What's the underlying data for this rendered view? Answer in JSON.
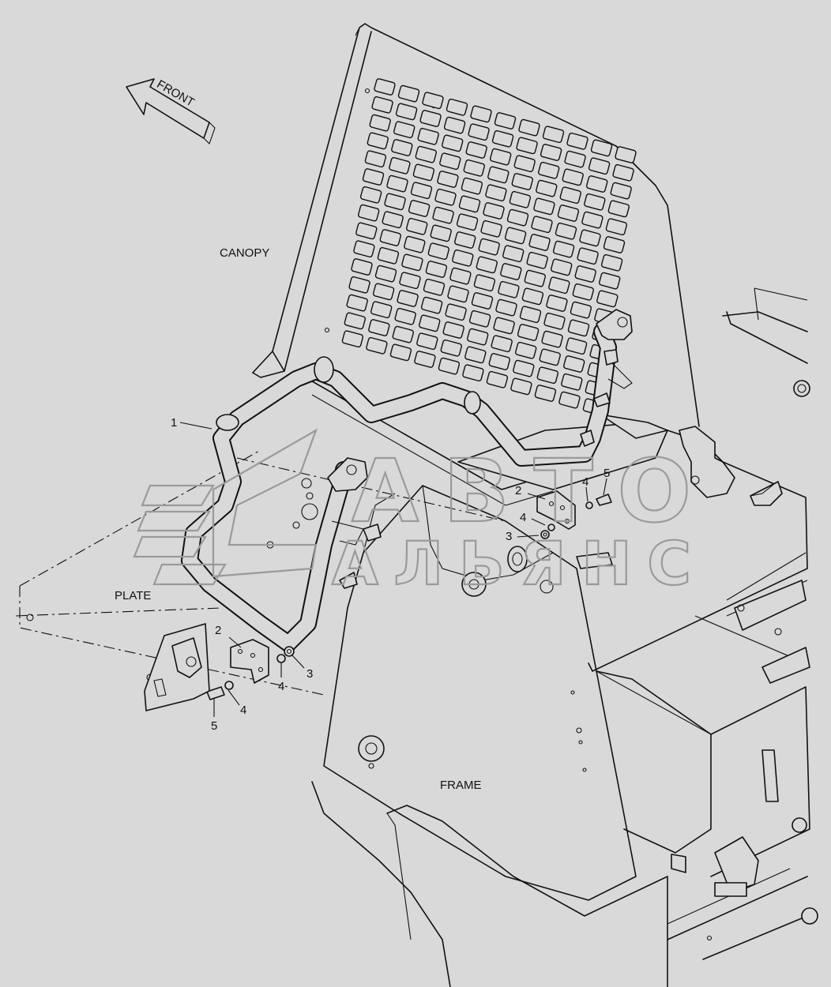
{
  "diagram": {
    "labels": {
      "canopy": "CANOPY",
      "plate": "PLATE",
      "frame": "FRAME",
      "front": "FRONT"
    },
    "callouts": [
      "1",
      "2",
      "3",
      "4",
      "5",
      "2",
      "4",
      "3",
      "4",
      "5"
    ],
    "watermark": {
      "line1": "АВТО",
      "line2": "АЛЬЯНС"
    }
  }
}
